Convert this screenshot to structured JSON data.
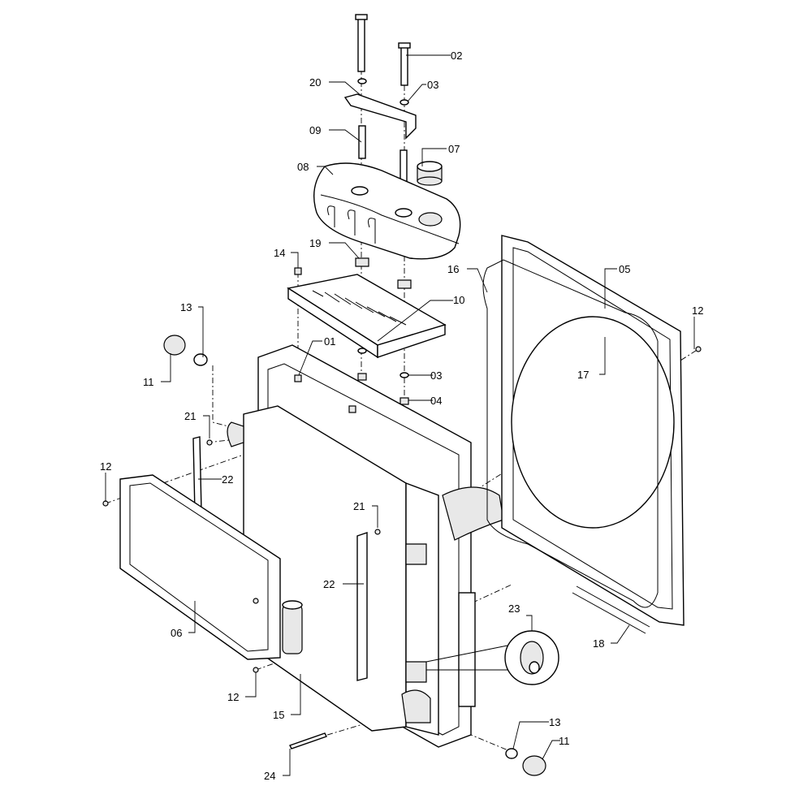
{
  "callouts": [
    "02",
    "20",
    "03",
    "09",
    "07",
    "08",
    "14",
    "19",
    "16",
    "05",
    "10",
    "13",
    "12",
    "01",
    "11",
    "17",
    "03",
    "04",
    "21",
    "12",
    "22",
    "21",
    "22",
    "06",
    "23",
    "18",
    "12",
    "15",
    "13",
    "11",
    "24"
  ]
}
